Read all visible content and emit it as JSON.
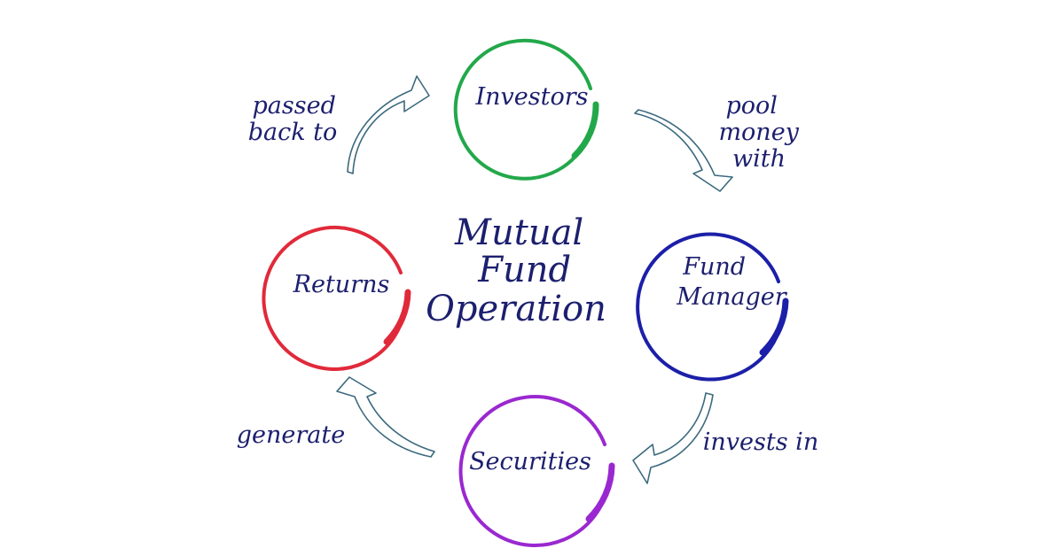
{
  "title": {
    "lines": [
      "Mutual",
      "Fund",
      "Operation"
    ]
  },
  "nodes": {
    "investors": {
      "label_lines": [
        "Investors"
      ],
      "color": "#22a84a"
    },
    "fund_manager": {
      "label_lines": [
        "Fund",
        "Manager"
      ],
      "color": "#1c1fa8"
    },
    "securities": {
      "label_lines": [
        "Securities"
      ],
      "color": "#9a28d0"
    },
    "returns": {
      "label_lines": [
        "Returns"
      ],
      "color": "#e02a3a"
    }
  },
  "edges": {
    "investors_to_manager": {
      "label_lines": [
        "pool",
        "money",
        "with"
      ]
    },
    "manager_to_securities": {
      "label_lines": [
        "invests in"
      ]
    },
    "securities_to_returns": {
      "label_lines": [
        "generate"
      ]
    },
    "returns_to_investors": {
      "label_lines": [
        "passed",
        "back to"
      ]
    }
  },
  "colors": {
    "text": "#1c1f6e",
    "arrow_outline": "#3c6a7e"
  }
}
